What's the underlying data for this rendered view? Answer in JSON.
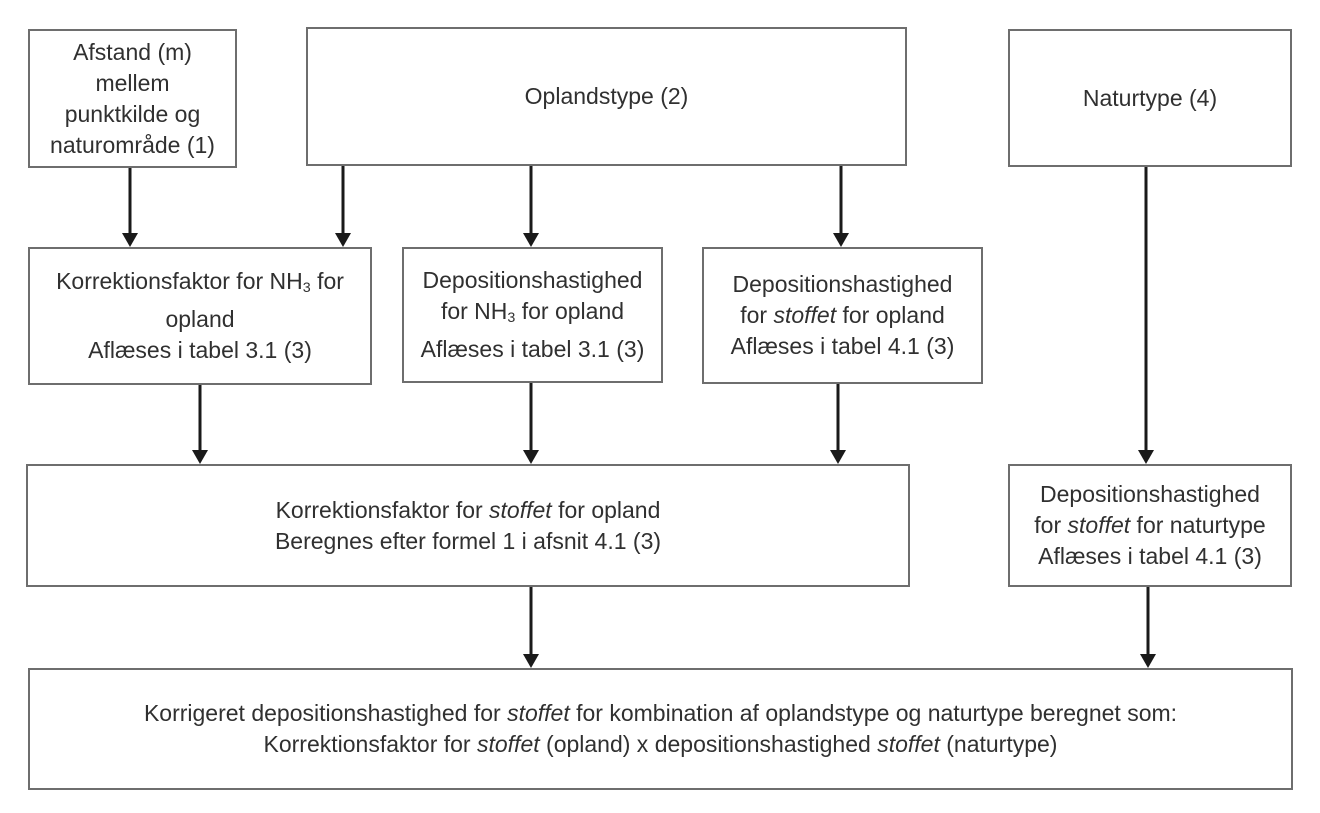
{
  "diagram": {
    "colors": {
      "border": "#6e6e6e",
      "text": "#303030",
      "arrow": "#1a1a1a",
      "bg": "#ffffff"
    },
    "boxes": {
      "afstand": {
        "lines": [
          [
            {
              "t": "Afstand (m)"
            }
          ],
          [
            {
              "t": "mellem"
            }
          ],
          [
            {
              "t": "punktkilde og"
            }
          ],
          [
            {
              "t": "naturområde (1)"
            }
          ]
        ]
      },
      "oplandstype": {
        "lines": [
          [
            {
              "t": "Oplandstype (2)"
            }
          ]
        ]
      },
      "naturtype": {
        "lines": [
          [
            {
              "t": "Naturtype (4)"
            }
          ]
        ]
      },
      "korrektionsfaktor_nh3": {
        "lines": [
          [
            {
              "t": "Korrektionsfaktor for NH"
            },
            {
              "t": "3",
              "s": true
            },
            {
              "t": " for"
            }
          ],
          [
            {
              "t": "opland"
            }
          ],
          [
            {
              "t": "Aflæses i tabel 3.1 (3)"
            }
          ]
        ]
      },
      "deposition_nh3_opland": {
        "lines": [
          [
            {
              "t": "Depositionshastighed"
            }
          ],
          [
            {
              "t": "for NH"
            },
            {
              "t": "3",
              "s": true
            },
            {
              "t": " for opland"
            }
          ],
          [
            {
              "t": "Aflæses i tabel 3.1 (3)"
            }
          ]
        ]
      },
      "deposition_stoffet_opland": {
        "lines": [
          [
            {
              "t": "Depositionshastighed"
            }
          ],
          [
            {
              "t": "for "
            },
            {
              "t": "stoffet",
              "i": true
            },
            {
              "t": " for opland"
            }
          ],
          [
            {
              "t": "Aflæses i tabel 4.1 (3)"
            }
          ]
        ]
      },
      "korrektionsfaktor_stoffet": {
        "lines": [
          [
            {
              "t": "Korrektionsfaktor for "
            },
            {
              "t": "stoffet",
              "i": true
            },
            {
              "t": " for opland"
            }
          ],
          [
            {
              "t": "Beregnes efter formel 1 i afsnit 4.1 (3)"
            }
          ]
        ]
      },
      "deposition_stoffet_naturtype": {
        "lines": [
          [
            {
              "t": "Depositionshastighed"
            }
          ],
          [
            {
              "t": "for "
            },
            {
              "t": "stoffet",
              "i": true
            },
            {
              "t": " for naturtype"
            }
          ],
          [
            {
              "t": "Aflæses i tabel 4.1 (3)"
            }
          ]
        ]
      },
      "korrigeret_deposition": {
        "lines": [
          [
            {
              "t": "Korrigeret depositionshastighed for "
            },
            {
              "t": "stoffet",
              "i": true
            },
            {
              "t": " for kombination af oplandstype og naturtype beregnet som:"
            }
          ],
          [
            {
              "t": "Korrektionsfaktor for "
            },
            {
              "t": "stoffet",
              "i": true
            },
            {
              "t": " (opland) x depositionshastighed "
            },
            {
              "t": "stoffet",
              "i": true
            },
            {
              "t": " (naturtype)"
            }
          ]
        ]
      }
    },
    "edges": [
      {
        "from": "afstand",
        "to": "korrektionsfaktor_nh3"
      },
      {
        "from": "oplandstype",
        "to": "korrektionsfaktor_nh3"
      },
      {
        "from": "oplandstype",
        "to": "deposition_nh3_opland"
      },
      {
        "from": "oplandstype",
        "to": "deposition_stoffet_opland"
      },
      {
        "from": "naturtype",
        "to": "deposition_stoffet_naturtype"
      },
      {
        "from": "korrektionsfaktor_nh3",
        "to": "korrektionsfaktor_stoffet"
      },
      {
        "from": "deposition_nh3_opland",
        "to": "korrektionsfaktor_stoffet"
      },
      {
        "from": "deposition_stoffet_opland",
        "to": "korrektionsfaktor_stoffet"
      },
      {
        "from": "korrektionsfaktor_stoffet",
        "to": "korrigeret_deposition"
      },
      {
        "from": "deposition_stoffet_naturtype",
        "to": "korrigeret_deposition"
      }
    ]
  }
}
